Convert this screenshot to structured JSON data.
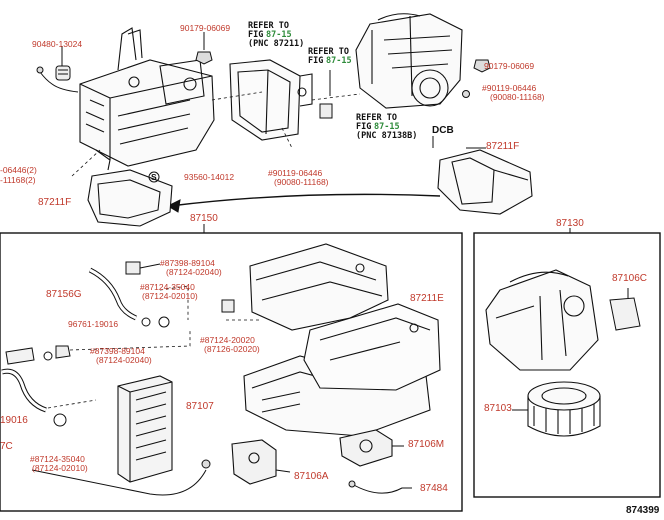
{
  "diagram": {
    "drawing_no": "874399",
    "colors": {
      "part_number": "#c0392b",
      "reference": "#2e8b3a",
      "line": "#111111"
    },
    "labels": {
      "p90480_13024": "90480-13024",
      "p90179_06069_a": "90179-06069",
      "p90179_06069_b": "90179-06069",
      "p90119_06446_a": "#90119-06446",
      "p90080_11168_a": "(90080-11168)",
      "p90119_06446_b": "#90119-06446",
      "p90080_11168_b": "(90080-11168)",
      "p06446_left": "-06446(2)",
      "p11168_left": "-11168(2)",
      "p93560_14012": "93560-14012",
      "p87211F_a": "87211F",
      "p87211F_b": "87211F",
      "p87150": "87150",
      "p87130": "87130",
      "p87398_a": "#87398-89104",
      "p87124_02040_a": "(87124-02040)",
      "p87124_35040_a": "#87124-35040",
      "p87124_02010_a": "(87124-02010)",
      "p87156G": "87156G",
      "p96761": "96761-19016",
      "p87124_20020": "#87124-20020",
      "p87126_02020": "(87126-02020)",
      "p87398_b": "#87398-89104",
      "p87124_02040_b": "(87124-02040)",
      "p87211E": "87211E",
      "p87106C": "87106C",
      "p19016_left": "19016",
      "p7C_left": "7C",
      "p87107": "87107",
      "p87124_35040_b": "#87124-35040",
      "p87124_02010_b": "(87124-02010)",
      "p87106A": "87106A",
      "p87106M": "87106M",
      "p87484": "87484",
      "p87103": "87103",
      "dcb": "DCB",
      "s_symbol": "S"
    },
    "refs": {
      "r1_a": "REFER TO",
      "r1_b": "FIG",
      "r1_c": "87-15",
      "r1_d": "(PNC 87211)",
      "r2_a": "REFER TO",
      "r2_b": "FIG",
      "r2_c": "87-15",
      "r3_a": "REFER TO",
      "r3_b": "FIG",
      "r3_c": "87-15",
      "r3_d": "(PNC 87138B)"
    }
  }
}
